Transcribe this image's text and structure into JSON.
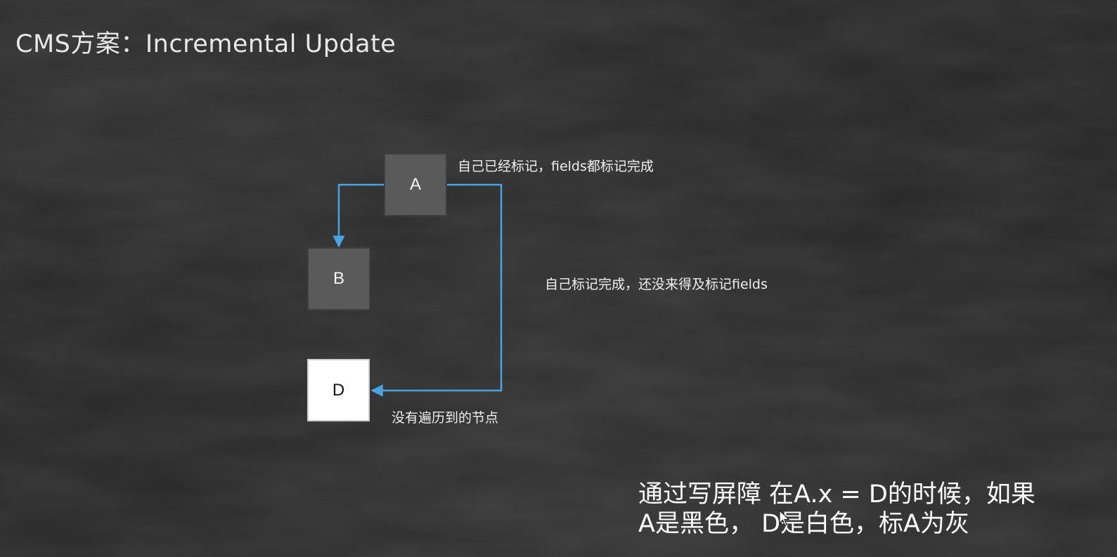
{
  "title": "CMS方案：Incremental Update",
  "nodes": {
    "a": {
      "label": "A",
      "note": "自己已经标记，fields都标记完成"
    },
    "b": {
      "label": "B",
      "note": "自己标记完成，还没来得及标记fields"
    },
    "d": {
      "label": "D",
      "note": "没有遍历到的节点"
    }
  },
  "edges": [
    {
      "from": "A",
      "to": "B"
    },
    {
      "from": "A",
      "to": "D"
    }
  ],
  "caption": {
    "line1": "通过写屏障 在A.x = D的时候，如果",
    "line2": "A是黑色， D是白色，标A为灰"
  },
  "colors": {
    "background": "#1c1c1c",
    "node_gray": "#5a5a5a",
    "node_white": "#ffffff",
    "edge": "#4aa3df",
    "text": "#efefef"
  }
}
